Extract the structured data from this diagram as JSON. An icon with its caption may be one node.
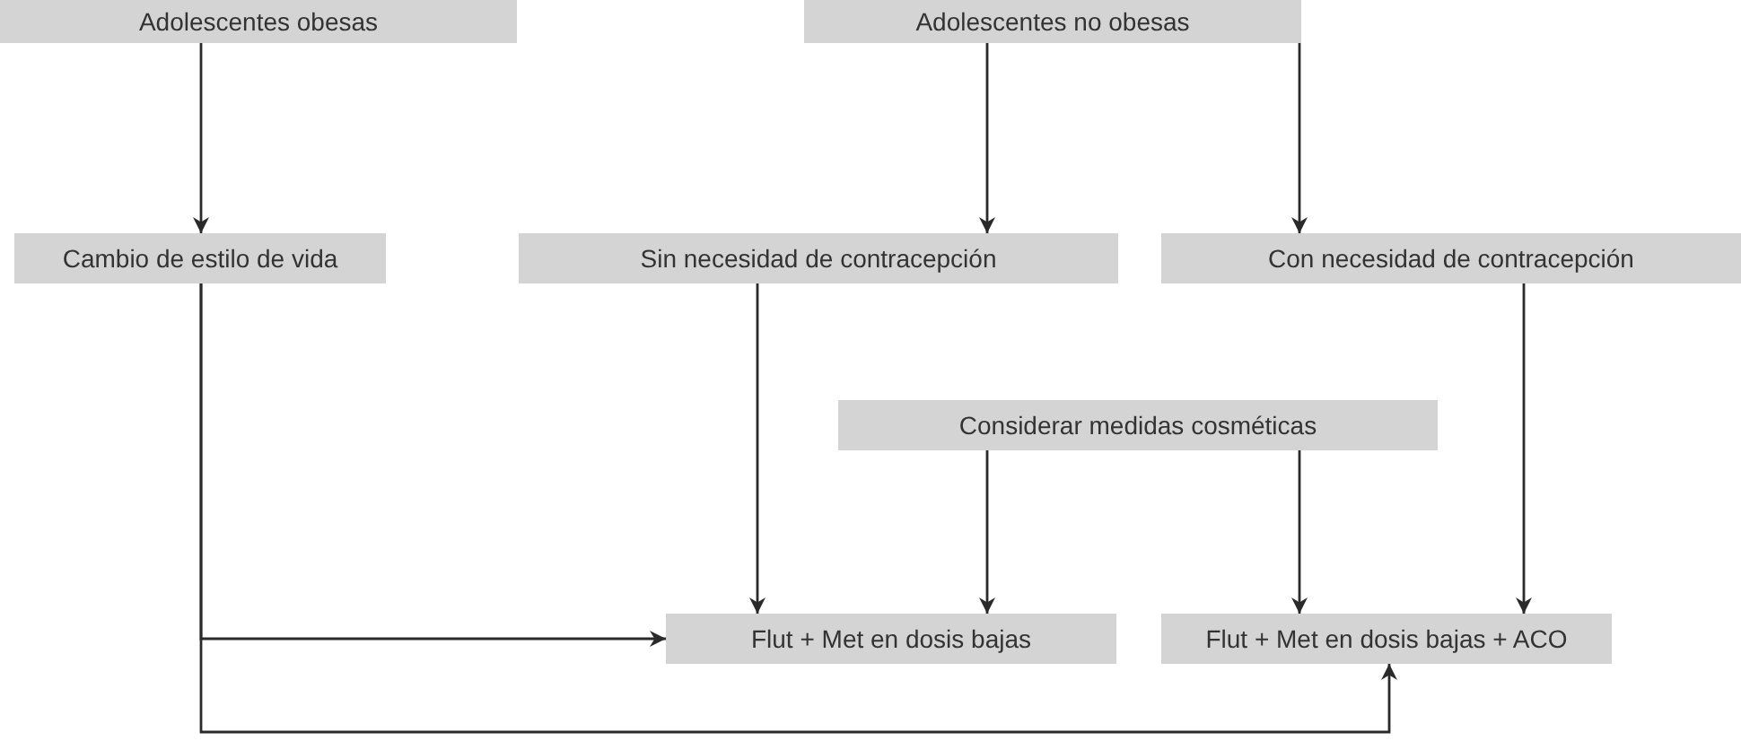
{
  "diagram": {
    "nodes": [
      {
        "text": [
          "Adolescentes obesas"
        ]
      },
      {
        "text": [
          "Adolescentes no obesas"
        ]
      },
      {
        "text": [
          "Cambio de estilo de vida"
        ]
      },
      {
        "text": [
          "Sin necesidad de contracepción"
        ]
      },
      {
        "text": [
          "Con necesidad de contracepción"
        ]
      },
      {
        "text": [
          "Considerar medidas cosméticas"
        ]
      },
      {
        "text": [
          "Flut + Met en dosis bajas"
        ]
      },
      {
        "text": [
          "Flut + Met en dosis bajas + ACO"
        ]
      }
    ],
    "edges": [
      {
        "from": 0,
        "to": 2,
        "arrow": "to"
      },
      {
        "from": 1,
        "to": 3,
        "arrow": "to"
      },
      {
        "from": 1,
        "to": 4,
        "arrow": "to"
      },
      {
        "from": 3,
        "to": 6,
        "arrow": "to"
      },
      {
        "from": 5,
        "to": 6,
        "arrow": "to"
      },
      {
        "from": 5,
        "to": 7,
        "arrow": "to"
      },
      {
        "from": 4,
        "to": 7,
        "arrow": "to"
      },
      {
        "from": 2,
        "to": 6,
        "arrow": "to"
      },
      {
        "from": 2,
        "to": 7,
        "arrow": "to"
      }
    ]
  }
}
